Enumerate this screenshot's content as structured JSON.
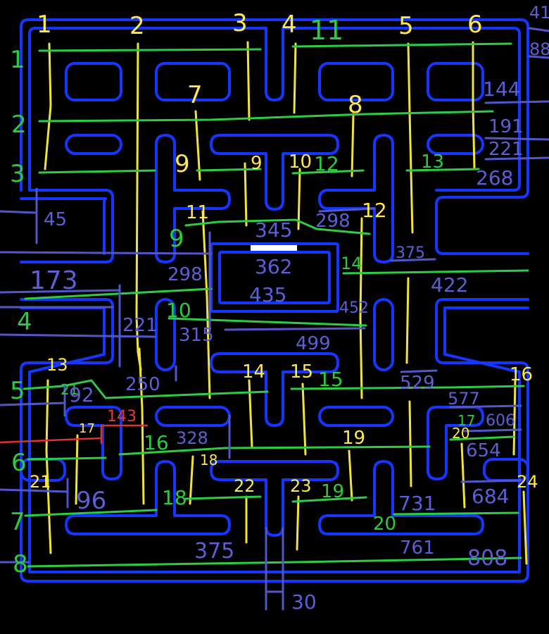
{
  "colors": {
    "background": "#000000",
    "maze_wall": "#1536ff",
    "column_lines": "#f2e437",
    "row_lines": "#2ecc45",
    "annotation_lines": "#5257c8",
    "highlight_line": "#e03030",
    "ghost_door": "#ffffff"
  },
  "column_numbers": [
    "1",
    "2",
    "3",
    "4",
    "5",
    "6",
    "7",
    "8",
    "9",
    "9",
    "10",
    "11",
    "12",
    "13",
    "14",
    "15",
    "16",
    "17",
    "18",
    "19",
    "20",
    "21",
    "22",
    "23",
    "24"
  ],
  "row_numbers": [
    "1",
    "2",
    "3",
    "4",
    "5",
    "6",
    "7",
    "8",
    "9",
    "10",
    "11",
    "12",
    "13",
    "14",
    "15",
    "16",
    "17",
    "18",
    "19",
    "20",
    "21"
  ],
  "measurements": [
    "41",
    "88",
    "144",
    "191",
    "221",
    "268",
    "45",
    "173",
    "298",
    "345",
    "298",
    "375",
    "362",
    "435",
    "452",
    "422",
    "221",
    "315",
    "499",
    "250",
    "92",
    "143",
    "529",
    "577",
    "606",
    "654",
    "328",
    "684",
    "96",
    "731",
    "761",
    "808",
    "375",
    "30"
  ],
  "red_measurements": [
    "143"
  ]
}
